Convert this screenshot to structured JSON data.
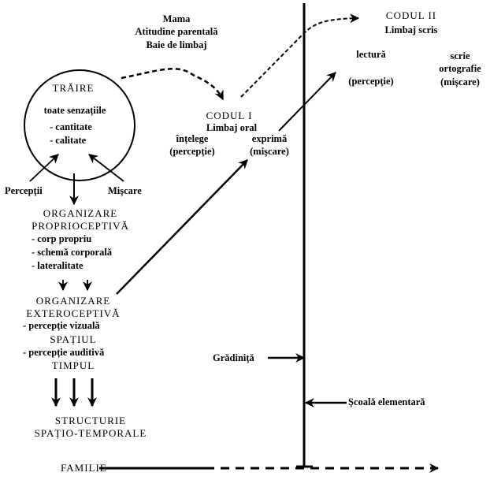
{
  "colors": {
    "ink": "#000000",
    "background": "#ffffff"
  },
  "mother": {
    "lines": [
      "Mama",
      "Atitudine parentală",
      "Baie de limbaj"
    ]
  },
  "traire": {
    "title": "TRĂIRE",
    "subtitle": "toate  senzațiile",
    "items": [
      "- cantitate",
      "- calitate"
    ]
  },
  "inputs": {
    "left": "Percepții",
    "right": "Mişcare"
  },
  "codul1": {
    "title": "CODUL I",
    "subtitle": "Limbaj oral",
    "left": [
      "înțelege",
      "(percepție)"
    ],
    "right": [
      "exprimă",
      "(mişcare)"
    ]
  },
  "codul2": {
    "title": "CODUL II",
    "subtitle": "Limbaj scris",
    "left": [
      "lectură",
      "(percepție)"
    ],
    "right": [
      "scrie",
      "ortografie",
      "(mişcare)"
    ]
  },
  "proprio": {
    "title": [
      "ORGANIZARE",
      "PROPRIOCEPTIVĂ"
    ],
    "items": [
      "- corp propriu",
      "- schemă corporală",
      "- lateralitate"
    ]
  },
  "extero": {
    "title": [
      "ORGANIZARE",
      "EXTEROCEPTIVĂ"
    ],
    "items": [
      "- percepție vizuală",
      "SPAȚIUL",
      "- percepție auditivă",
      "TIMPUL"
    ]
  },
  "structurie": {
    "lines": [
      "STRUCTURIE",
      "SPAȚIO-TEMPORALE"
    ]
  },
  "milestones": {
    "kindergarten": "Grădiniță",
    "school": "Şcoală elementară"
  },
  "family": {
    "label": "FAMILIE"
  }
}
